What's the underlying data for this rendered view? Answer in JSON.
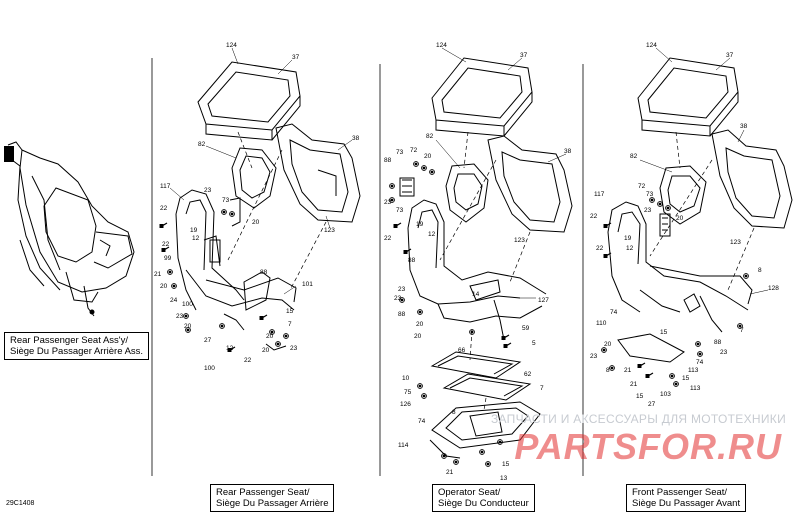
{
  "diagram_code": "29C1408",
  "watermark_text": "ЗАПЧАСТИ И АКСЕССУАРЫ ДЛЯ МОТОТЕХНИКИ",
  "watermark_brand": "PARTSFOR.RU",
  "colors": {
    "line": "#000000",
    "brand": "#e13030",
    "watermark": "#c7cbd1"
  },
  "captions": {
    "rear_assy": {
      "line1": "Rear Passenger Seat Ass'y/",
      "line2": "Siège Du Passager Arrière Ass."
    },
    "rear": {
      "line1": "Rear Passenger Seat/",
      "line2": "Siège Du Passager Arrière"
    },
    "operator": {
      "line1": "Operator Seat/",
      "line2": "Siège Du Conducteur"
    },
    "front": {
      "line1": "Front Passenger Seat/",
      "line2": "Siège Du Passager Avant"
    }
  },
  "callouts": {
    "rear": [
      "124",
      "37",
      "82",
      "38",
      "117",
      "22",
      "23",
      "73",
      "20",
      "123",
      "22",
      "19",
      "12",
      "99",
      "88",
      "101",
      "21",
      "20",
      "24",
      "100",
      "23",
      "20",
      "27",
      "15",
      "12",
      "20",
      "20",
      "100",
      "22",
      "23",
      "7"
    ],
    "operator": [
      "124",
      "37",
      "82",
      "38",
      "88",
      "73",
      "72",
      "20",
      "23",
      "73",
      "22",
      "19",
      "12",
      "123",
      "88",
      "14",
      "127",
      "23",
      "20",
      "59",
      "66",
      "5",
      "62",
      "10",
      "75",
      "126",
      "8",
      "74",
      "114",
      "21",
      "15",
      "13",
      "7",
      "23",
      "88",
      "20"
    ],
    "front": [
      "124",
      "37",
      "82",
      "38",
      "117",
      "72",
      "73",
      "22",
      "23",
      "20",
      "123",
      "22",
      "19",
      "12",
      "8",
      "128",
      "7",
      "110",
      "74",
      "20",
      "15",
      "88",
      "23",
      "74",
      "21",
      "103",
      "15",
      "113",
      "27",
      "23",
      "8",
      "21",
      "15",
      "113"
    ]
  }
}
